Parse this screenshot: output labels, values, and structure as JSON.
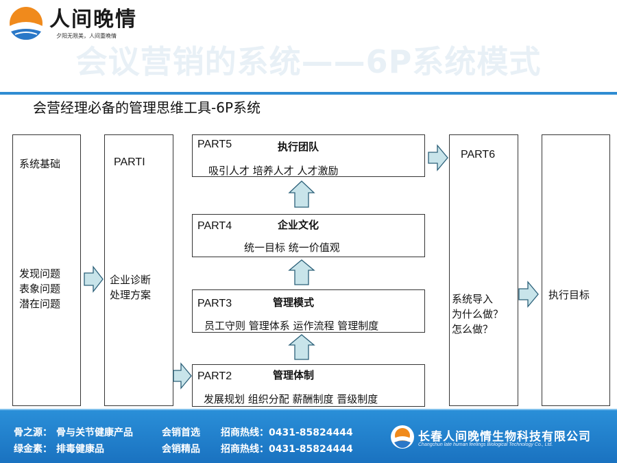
{
  "header": {
    "brand": "人间晚情",
    "slogan": "夕阳无限美，人间重晚情",
    "title": "会议营销的系统——6P系统模式"
  },
  "slide_title": "会营经理必备的管理思维工具-6P系统",
  "boxes": {
    "basis": {
      "title": "系统基础",
      "issues": "发现问题\n表象问题\n潜在问题"
    },
    "part1": {
      "label": "PARTI",
      "body": "企业诊断\n处理方案"
    },
    "part5": {
      "label": "PART5",
      "title": "执行团队",
      "body": "吸引人才   培养人才   人才激励"
    },
    "part4": {
      "label": "PART4",
      "title": "企业文化",
      "body": "统一目标    统一价值观"
    },
    "part3": {
      "label": "PART3",
      "title": "管理模式",
      "body": "员工守则 管理体系 运作流程 管理制度"
    },
    "part2": {
      "label": "PART2",
      "title": "管理体制",
      "body": "发展规划 组织分配 薪酬制度 晋级制度"
    },
    "part6": {
      "label": "PART6",
      "body": "系统导入\n为什么做？\n怎么做？"
    },
    "goal": {
      "title": "执行目标"
    }
  },
  "footer": {
    "line1_prefix": "骨之源：",
    "line1_product": "骨与关节健康产品",
    "line1_tag": "会销首选",
    "line1_hotline": "招商热线：0431-85824444",
    "line2_prefix": "绿金素：",
    "line2_product": "排毒健康品",
    "line2_tag": "会销精品",
    "line2_hotline": "招商热线：0431-85824444",
    "company": "长春人间晚情生物科技有限公司",
    "company_en": "Changchun late human feelings Biological Technology Co., Ltd."
  },
  "colors": {
    "accent": "#2f8cd2",
    "arrow_fill": "#c8e4ea",
    "arrow_stroke": "#2a5f78",
    "footer_bg": "#1f7fca"
  }
}
